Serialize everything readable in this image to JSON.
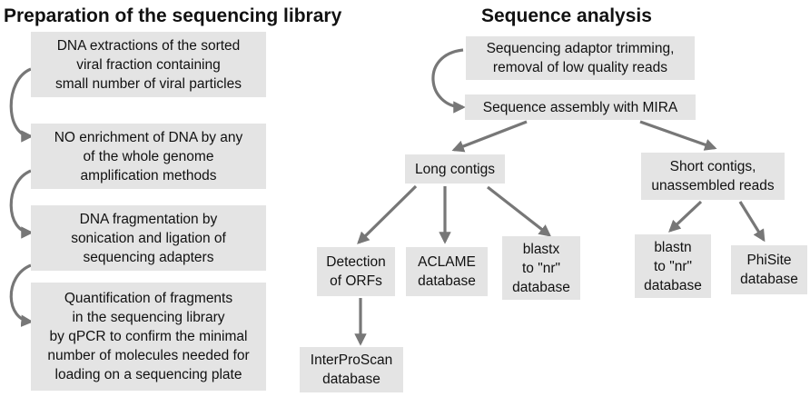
{
  "headings": {
    "left": "Preparation of the sequencing library",
    "right": "Sequence analysis"
  },
  "library_steps": [
    "DNA extractions of the sorted\nviral fraction containing\nsmall number of viral particles",
    "NO enrichment of DNA by any\nof the whole genome\namplification methods",
    "DNA fragmentation by\nsonication and ligation of\nsequencing adapters",
    "Quantification of fragments\nin the sequencing library\nby qPCR to confirm the minimal\nnumber of molecules needed for\nloading on a sequencing plate"
  ],
  "analysis": {
    "trimming": "Sequencing adaptor trimming,\nremoval of low quality reads",
    "assembly": "Sequence assembly with MIRA",
    "long_contigs": "Long contigs",
    "short_contigs": "Short contigs,\nunassembled reads",
    "orfs": "Detection\nof ORFs",
    "aclame": "ACLAME\ndatabase",
    "blastx": "blastx\nto \"nr\"\ndatabase",
    "interproscan": "InterProScan\ndatabase",
    "blastn": "blastn\nto \"nr\"\ndatabase",
    "phisite": "PhiSite\ndatabase"
  },
  "colors": {
    "box_fill": "#e4e4e4",
    "arrow": "#777777",
    "text": "#111111"
  }
}
